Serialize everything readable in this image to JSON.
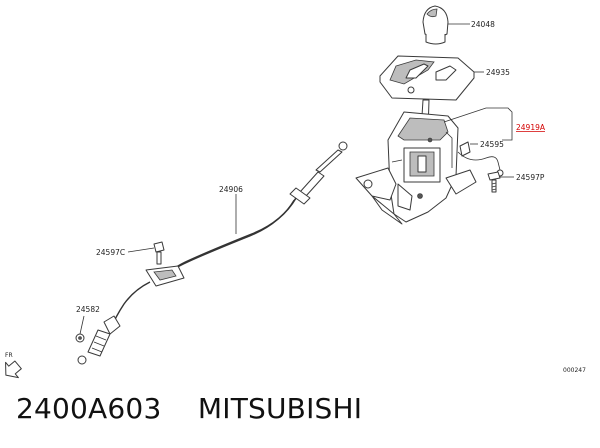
{
  "parts": {
    "knob": "24048",
    "indicator_panel": "24935",
    "lever_assy": "24919A",
    "lever_switch": "24595",
    "bolt_p": "24597P",
    "cable": "24906",
    "bolt_c": "24597C",
    "bushing": "24582"
  },
  "front_marker": "FR",
  "diagram_code": "000247",
  "caption": {
    "part_number": "2400A603",
    "brand": "MITSUBISHI"
  },
  "highlight_color": "#d40000"
}
